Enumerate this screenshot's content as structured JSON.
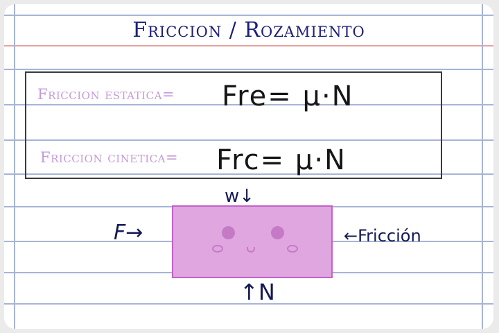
{
  "title": "Friccion / Rozamiento",
  "static_label": "Friccion estatica=",
  "static_formula": "Fre= μ·N",
  "kinetic_label": "Friccion cinetica=",
  "kinetic_formula": "Frc= μ·N",
  "forces": {
    "applied": "F→",
    "weight": "w↓",
    "friction": "←Fricción",
    "normal": "↑N"
  },
  "colors": {
    "ink": "#1c1f78",
    "label": "#c59ad9",
    "block_fill": "#e0a6e0",
    "block_border": "#c261c7",
    "rule": "#a7b4d6",
    "margin": "#e3a3a0"
  }
}
